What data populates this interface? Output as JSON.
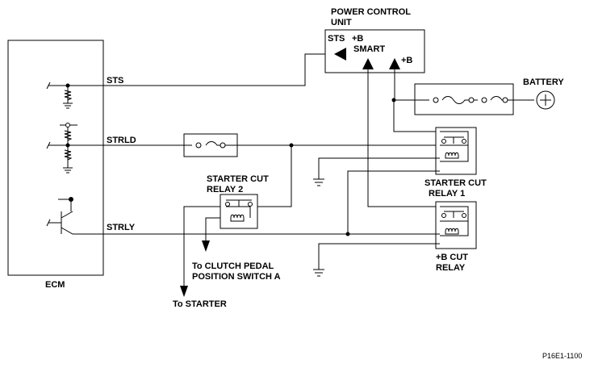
{
  "labels": {
    "ecm": "ECM",
    "sts": "STS",
    "strld": "STRLD",
    "strly": "STRLY",
    "pcu_line1": "POWER CONTROL",
    "pcu_line2": "UNIT",
    "pcu_sts": "STS",
    "pcu_b_top": "+B",
    "pcu_smart": "SMART",
    "pcu_b_right": "+B",
    "battery": "BATTERY",
    "starter_cut_relay1_line1": "STARTER CUT",
    "starter_cut_relay1_line2": "RELAY 1",
    "starter_cut_relay2_line1": "STARTER CUT",
    "starter_cut_relay2_line2": "RELAY 2",
    "b_cut_relay_line1": "+B CUT",
    "b_cut_relay_line2": "RELAY",
    "clutch_line1": "To CLUTCH PEDAL",
    "clutch_line2": "POSITION SWITCH A",
    "to_starter": "To STARTER",
    "figure_code": "P16E1-1100"
  }
}
